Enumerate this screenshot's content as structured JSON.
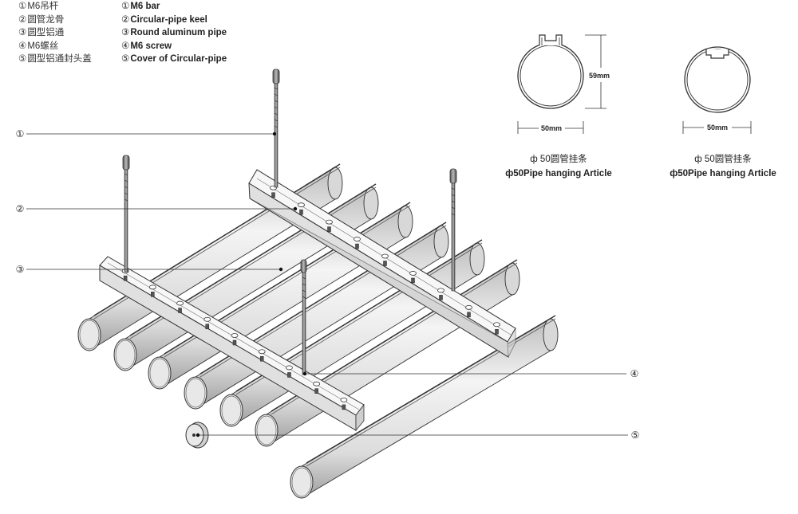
{
  "legend": {
    "chinese": [
      {
        "num": "①",
        "label": "M6吊杆"
      },
      {
        "num": "②",
        "label": "圆管龙骨"
      },
      {
        "num": "③",
        "label": "圆型铝通"
      },
      {
        "num": "④",
        "label": "M6螺丝"
      },
      {
        "num": "⑤",
        "label": "圆型铝通封头盖"
      }
    ],
    "english": [
      {
        "num": "①",
        "label": "M6  bar"
      },
      {
        "num": "②",
        "label": "Circular-pipe keel"
      },
      {
        "num": "③",
        "label": "Round aluminum pipe"
      },
      {
        "num": "④",
        "label": "M6 screw"
      },
      {
        "num": "⑤",
        "label": "Cover of Circular-pipe"
      }
    ]
  },
  "callouts": [
    "①",
    "②",
    "③",
    "④",
    "⑤"
  ],
  "sections": [
    {
      "width_label": "50mm",
      "height_label": "59mm",
      "caption_cn": "ф 50圆管挂条",
      "caption_en": "ф50Pipe hanging Article"
    },
    {
      "width_label": "50mm",
      "caption_cn": "ф 50圆管挂条",
      "caption_en": "ф50Pipe hanging Article"
    }
  ],
  "colors": {
    "line": "#333333",
    "pipe_fill": "#e6e6e6",
    "pipe_dark": "#9a9a9a",
    "keel_fill": "#f2f2f2"
  }
}
